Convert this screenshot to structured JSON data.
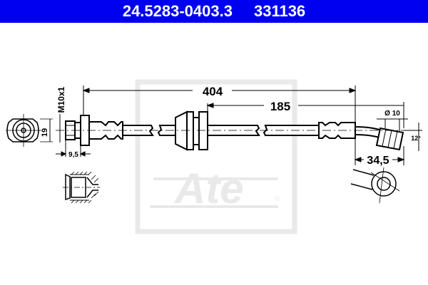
{
  "header": {
    "part_number": "24.5283-0403.3",
    "ref_number": "331136",
    "background": "#0000f0"
  },
  "dimensions": {
    "total_length": "404",
    "partial_length": "185",
    "thread": "M10x1",
    "hex_size": "19",
    "fitting_length": "9,5",
    "eye_diameter": "Ø 10",
    "bend_angle": "12°",
    "bend_offset": "34,5"
  },
  "watermark": {
    "brand": "Ate",
    "registered": "®"
  }
}
